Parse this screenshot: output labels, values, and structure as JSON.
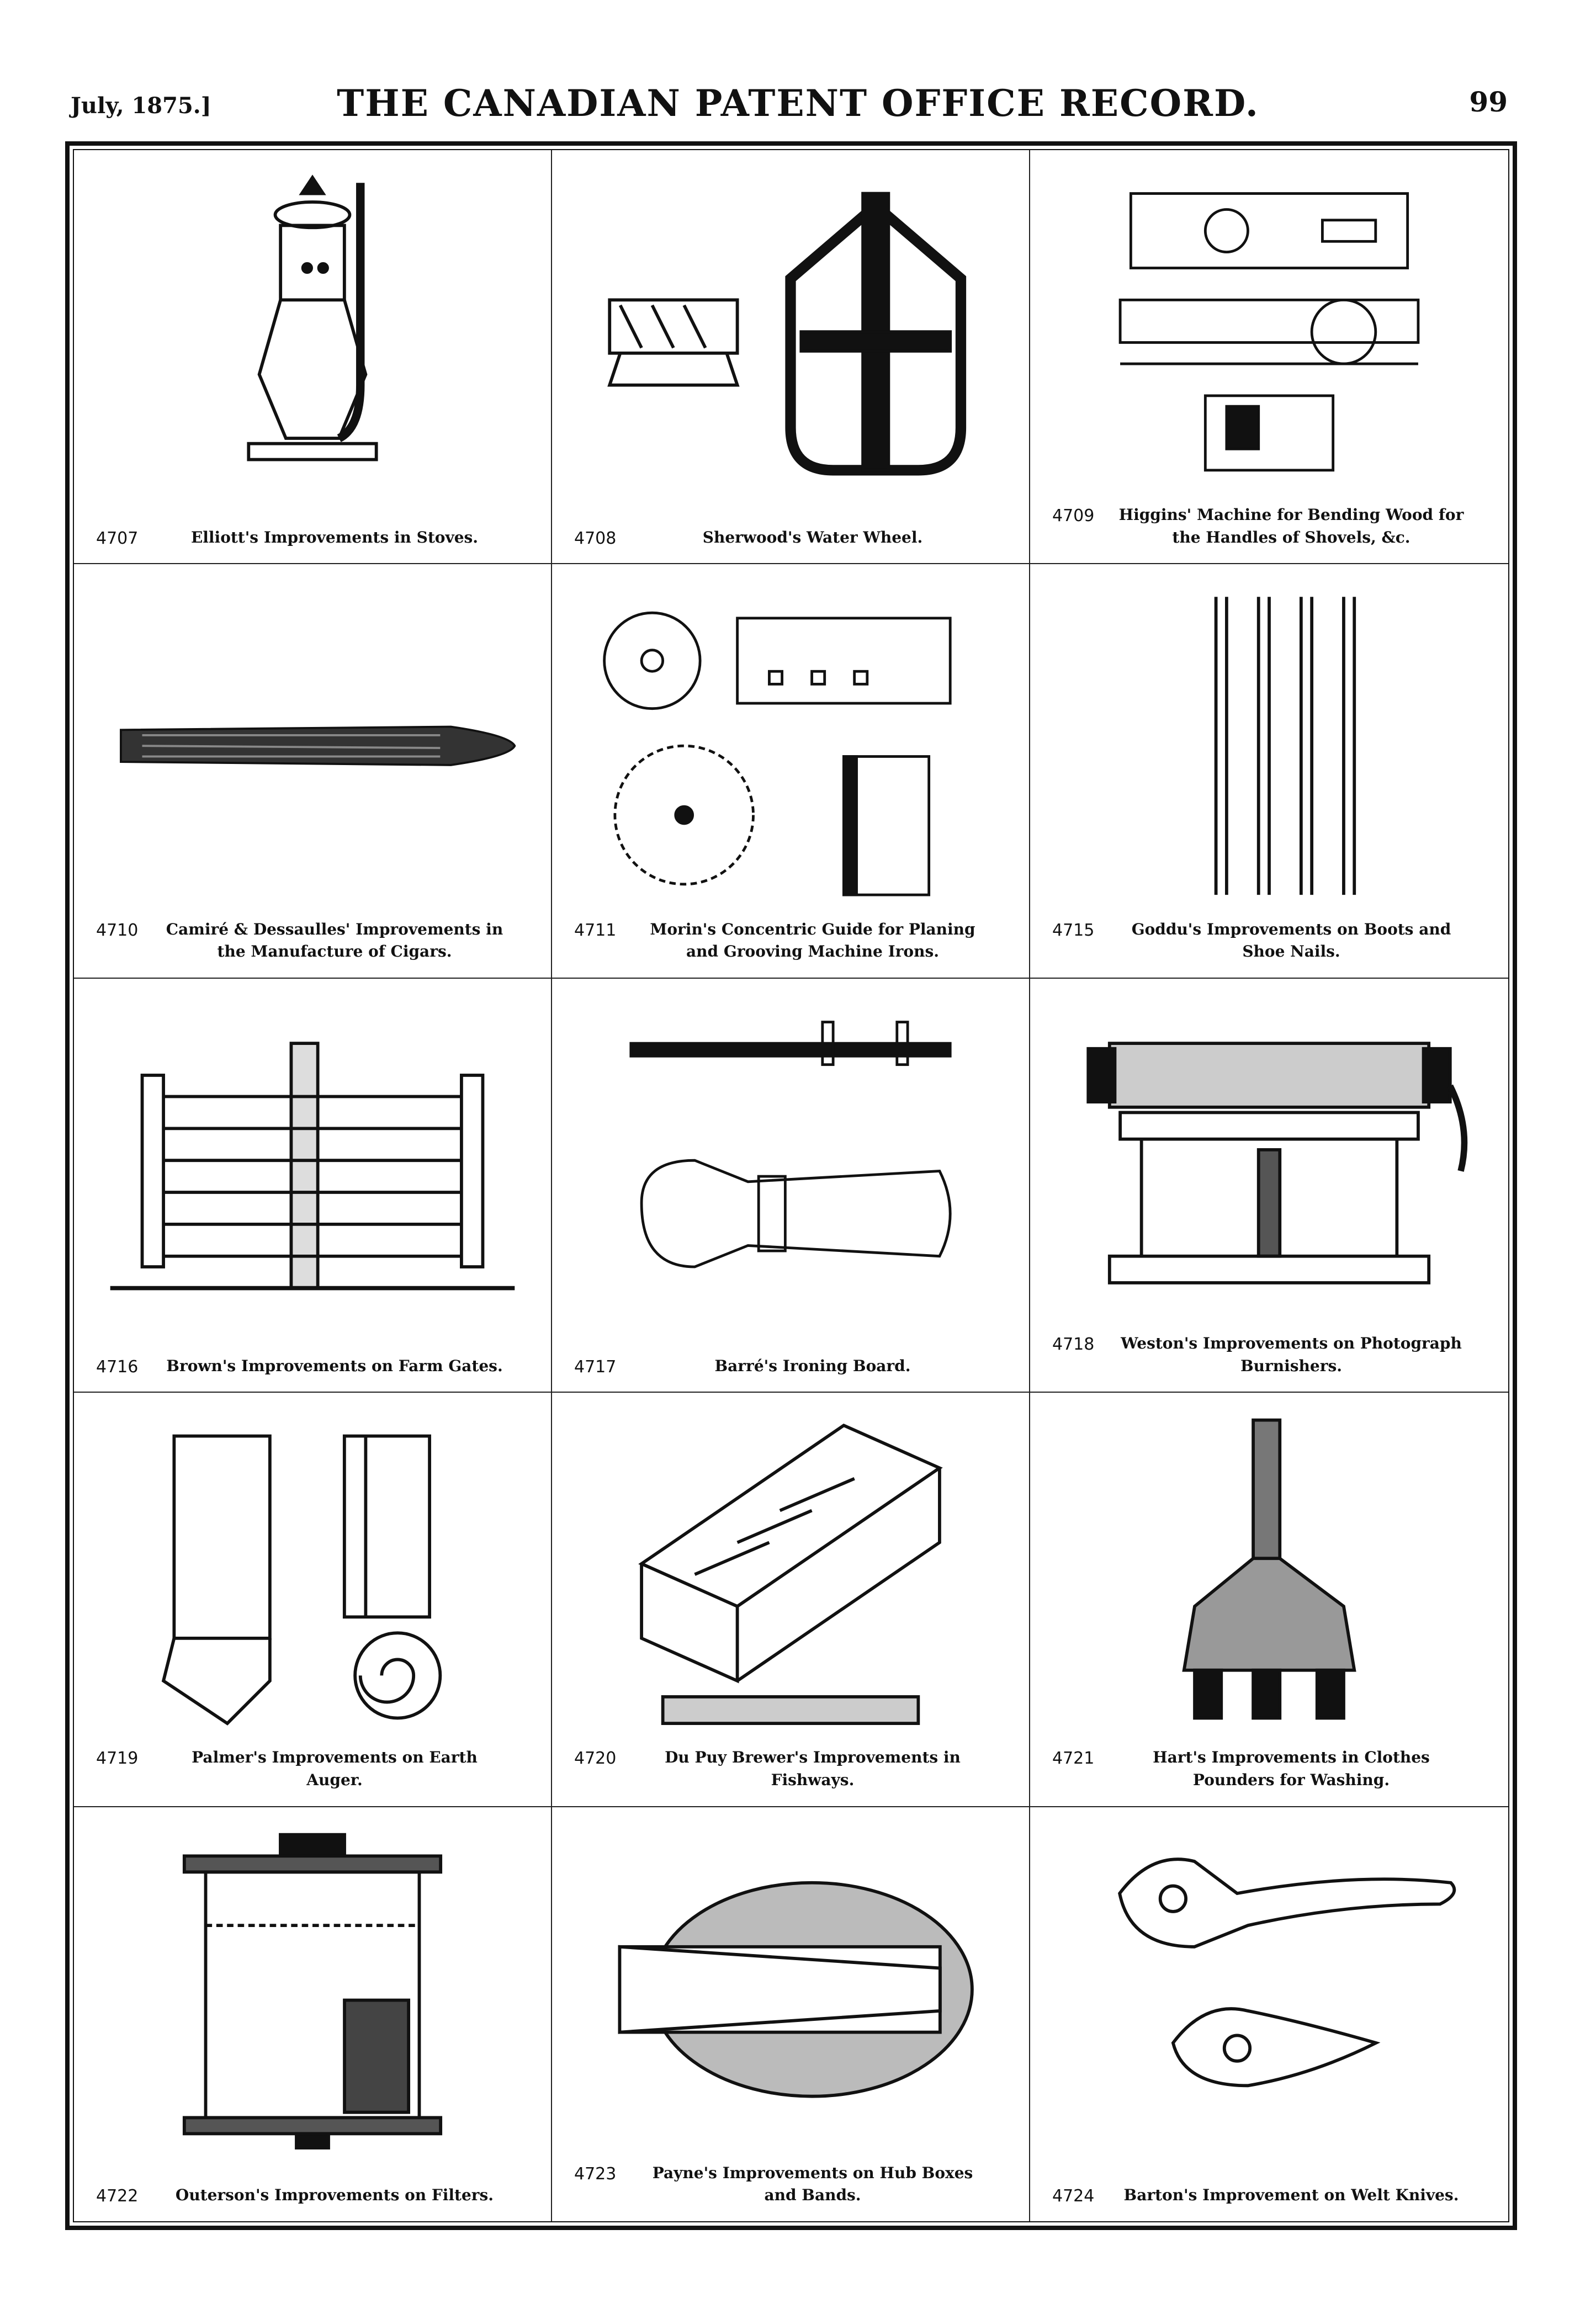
{
  "header": {
    "date": "July, 1875.]",
    "title": "THE CANADIAN PATENT OFFICE RECORD.",
    "page": "99"
  },
  "patents": [
    {
      "number": "4707",
      "title": "Elliott's Improvements in Stoves.",
      "figure": "stove-illustration"
    },
    {
      "number": "4708",
      "title": "Sherwood's Water Wheel.",
      "figure": "water-wheel-illustration"
    },
    {
      "number": "4709",
      "title": "Higgins' Machine for Bending Wood for the Handles of Shovels, &c.",
      "figure": "bending-machine-illustration"
    },
    {
      "number": "4710",
      "title": "Camiré & Dessaulles' Improvements in the Manufacture of Cigars.",
      "figure": "cigar-illustration"
    },
    {
      "number": "4711",
      "title": "Morin's Concentric Guide for Planing and Grooving Machine Irons.",
      "figure": "concentric-guide-illustration"
    },
    {
      "number": "4715",
      "title": "Goddu's Improvements on Boots and Shoe Nails.",
      "figure": "nails-illustration"
    },
    {
      "number": "4716",
      "title": "Brown's Improvements on Farm Gates.",
      "figure": "farm-gate-illustration"
    },
    {
      "number": "4717",
      "title": "Barré's Ironing Board.",
      "figure": "ironing-board-illustration"
    },
    {
      "number": "4718",
      "title": "Weston's Improvements on Photograph Burnishers.",
      "figure": "burnisher-illustration"
    },
    {
      "number": "4719",
      "title": "Palmer's Improvements on Earth Auger.",
      "figure": "earth-auger-illustration"
    },
    {
      "number": "4720",
      "title": "Du Puy Brewer's Improvements in Fishways.",
      "figure": "fishway-illustration"
    },
    {
      "number": "4721",
      "title": "Hart's Improvements in Clothes Pounders for Washing.",
      "figure": "clothes-pounder-illustration"
    },
    {
      "number": "4722",
      "title": "Outerson's Improvements on Filters.",
      "figure": "filter-illustration"
    },
    {
      "number": "4723",
      "title": "Payne's Improvements on Hub Boxes and Bands.",
      "figure": "hub-box-illustration"
    },
    {
      "number": "4724",
      "title": "Barton's Improvement on Welt Knives.",
      "figure": "welt-knife-illustration"
    }
  ]
}
